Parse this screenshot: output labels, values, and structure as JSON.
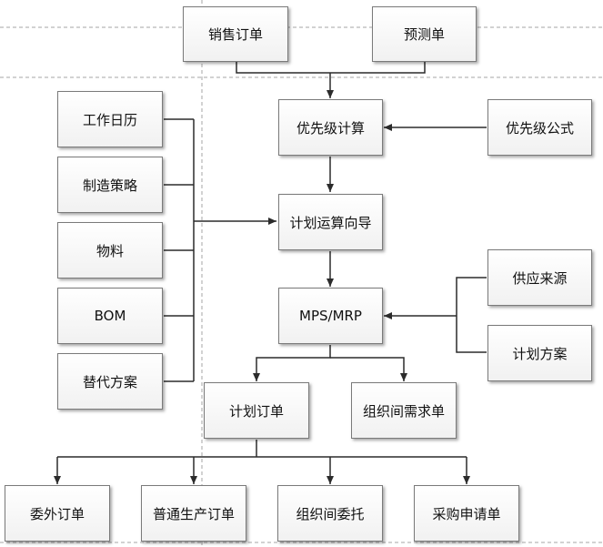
{
  "diagram": {
    "colors": {
      "line": "#2b2b2b",
      "dash": "#a6a6a6",
      "box_border": "#7a7a7a"
    },
    "nodes": {
      "sales_order": "销售订单",
      "forecast_order": "预测单",
      "priority_calc": "优先级计算",
      "priority_formula": "优先级公式",
      "work_calendar": "工作日历",
      "mfg_strategy": "制造策略",
      "material": "物料",
      "bom": "BOM",
      "substitute_plan": "替代方案",
      "plan_wizard": "计划运算向导",
      "mps_mrp": "MPS/MRP",
      "supply_source": "供应来源",
      "plan_scheme": "计划方案",
      "plan_order": "计划订单",
      "inter_org_demand": "组织间需求单",
      "outsourcing_order": "委外订单",
      "production_order": "普通生产订单",
      "inter_org_outsource": "组织间委托",
      "purchase_request": "采购申请单"
    },
    "edges": [
      [
        "sales_order",
        "priority_calc"
      ],
      [
        "forecast_order",
        "priority_calc"
      ],
      [
        "priority_formula",
        "priority_calc"
      ],
      [
        "priority_calc",
        "plan_wizard"
      ],
      [
        "work_calendar",
        "plan_wizard"
      ],
      [
        "mfg_strategy",
        "plan_wizard"
      ],
      [
        "material",
        "plan_wizard"
      ],
      [
        "bom",
        "plan_wizard"
      ],
      [
        "substitute_plan",
        "plan_wizard"
      ],
      [
        "plan_wizard",
        "mps_mrp"
      ],
      [
        "supply_source",
        "mps_mrp"
      ],
      [
        "plan_scheme",
        "mps_mrp"
      ],
      [
        "mps_mrp",
        "plan_order"
      ],
      [
        "mps_mrp",
        "inter_org_demand"
      ],
      [
        "plan_order",
        "outsourcing_order"
      ],
      [
        "plan_order",
        "production_order"
      ],
      [
        "plan_order",
        "inter_org_outsource"
      ],
      [
        "plan_order",
        "purchase_request"
      ]
    ]
  }
}
